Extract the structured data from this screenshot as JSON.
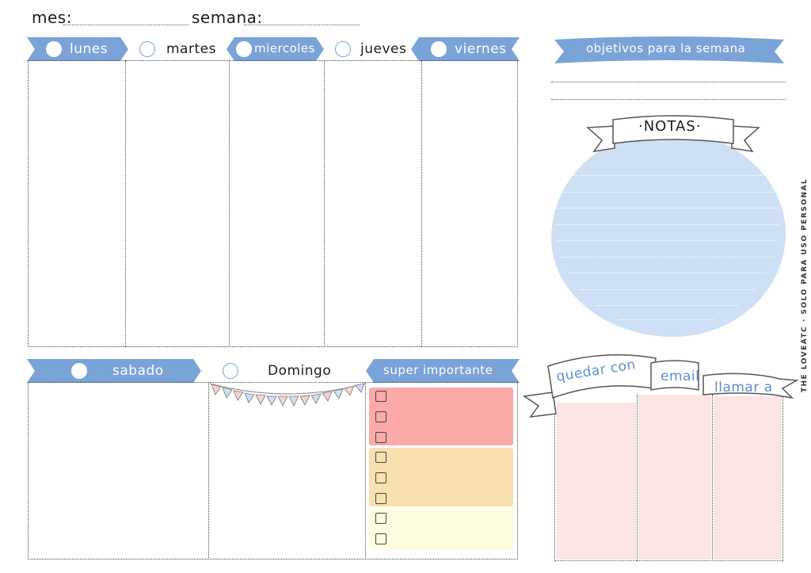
{
  "header": {
    "month_label": "mes:",
    "week_label": "semana:"
  },
  "week": {
    "days": [
      {
        "label": "lunes",
        "style": "blue"
      },
      {
        "label": "martes",
        "style": "white"
      },
      {
        "label": "miercoles",
        "style": "blue"
      },
      {
        "label": "jueves",
        "style": "white"
      },
      {
        "label": "viernes",
        "style": "blue"
      }
    ]
  },
  "weekend": {
    "saturday": "sabado",
    "sunday": "Domingo",
    "priority_title": "super importante"
  },
  "goals": {
    "title": "objetivos para la semana"
  },
  "notes": {
    "title": "·NOTAS·"
  },
  "contacts": {
    "meet": "quedar con",
    "email": "email",
    "call": "llamar a"
  },
  "footer": {
    "credit": "THE LOVEATC · SOLO PARA USO PERSONAL"
  },
  "colors": {
    "blue": "#7aa3d8",
    "light_blue": "#cfe0f4",
    "priority_red": "#fba9a9",
    "priority_orange": "#f9e0b0",
    "priority_yellow": "#fefde1",
    "contact_pink": "#fbe4e4"
  }
}
